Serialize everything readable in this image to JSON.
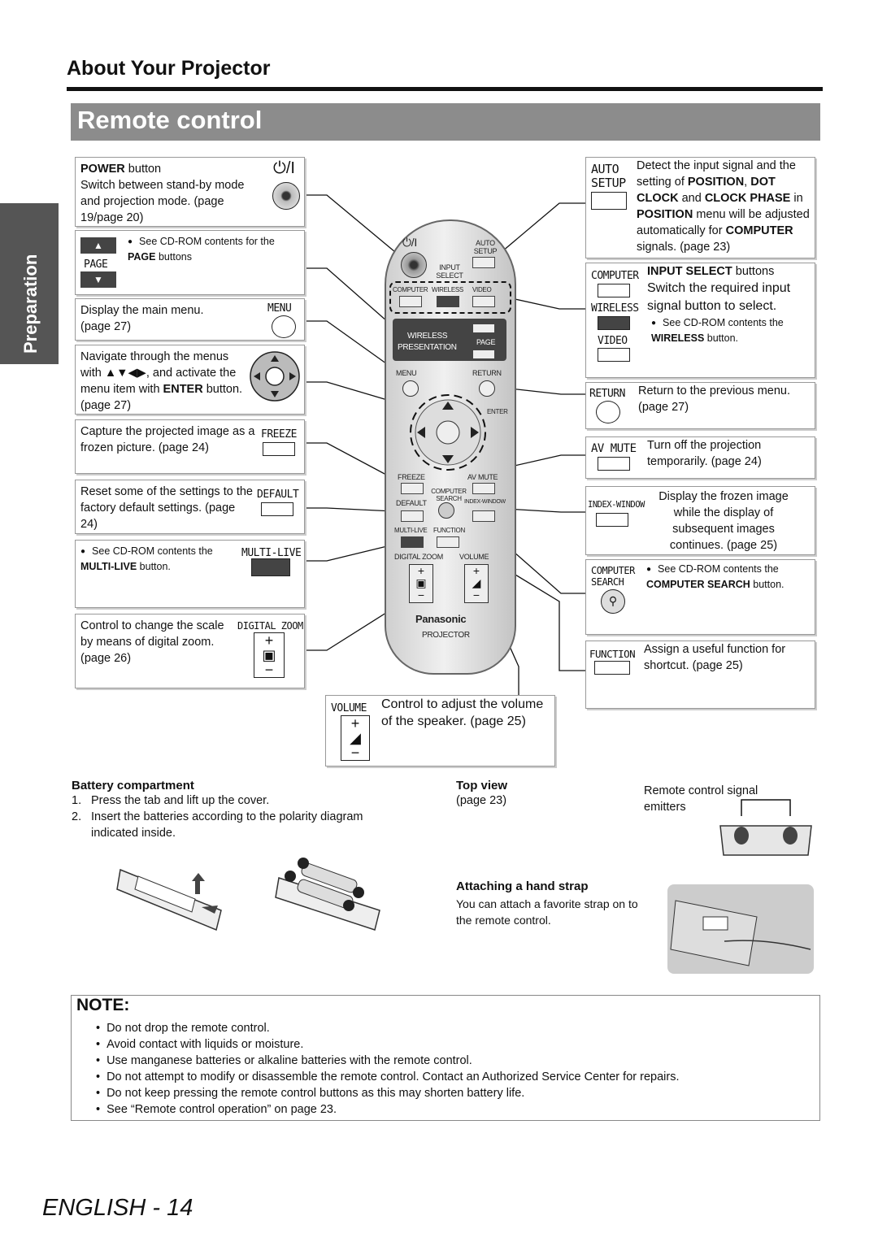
{
  "header": {
    "section": "About Your Projector",
    "band_title": "Remote control",
    "side_tab": "Preparation"
  },
  "left_boxes": {
    "power": {
      "title": "POWER",
      "title_suffix": " button",
      "text": "Switch between stand-by mode and projection mode. (page 19/page 20)",
      "symbol": "⏻/I"
    },
    "page": {
      "note_pre": "See CD-ROM contents for the ",
      "note_bold": "PAGE",
      "note_post": " buttons",
      "label": "PAGE"
    },
    "menu": {
      "text": "Display the main menu. (page 27)",
      "label": "MENU"
    },
    "navigate": {
      "text_pre": "Navigate through the menus with ▲▼◀▶, and activate the menu item with ",
      "text_bold": "ENTER",
      "text_post": " button. (page 27)"
    },
    "freeze": {
      "text": "Capture the projected image as a frozen picture. (page 24)",
      "label": "FREEZE"
    },
    "default": {
      "text": "Reset some of the settings to the factory default settings. (page 24)",
      "label": "DEFAULT"
    },
    "multilive": {
      "note_pre": "See CD-ROM contents the ",
      "note_bold": "MULTI-LIVE",
      "note_post": " button.",
      "label": "MULTI-LIVE"
    },
    "digitalzoom": {
      "text": "Control to change the scale by means of digital zoom. (page 26)",
      "label": "DIGITAL ZOOM"
    }
  },
  "right_boxes": {
    "autosetup": {
      "label1": "AUTO",
      "label2": "SETUP",
      "text_pre": "Detect the input signal and the setting of ",
      "b1": "POSITION",
      "t1": ", ",
      "b2": "DOT CLOCK",
      "t2": " and ",
      "b3": "CLOCK PHASE",
      "t3": " in ",
      "b4": "POSITION",
      "t4": " menu will be adjusted automatically for ",
      "b5": "COMPUTER",
      "t5": " signals. (page 23)"
    },
    "inputselect": {
      "labels": [
        "COMPUTER",
        "WIRELESS",
        "VIDEO"
      ],
      "title_bold": "INPUT SELECT",
      "title_post": " buttons",
      "text": "Switch the required input signal button to select.",
      "note_pre": "See CD-ROM contents the ",
      "note_bold": "WIRELESS",
      "note_post": " button."
    },
    "return": {
      "label": "RETURN",
      "text": "Return to the previous menu. (page 27)"
    },
    "avmute": {
      "label": "AV MUTE",
      "text": "Turn off the projection temporarily. (page 24)"
    },
    "indexwindow": {
      "label": "INDEX-WINDOW",
      "text": "Display the frozen image while the display of subsequent images continues. (page 25)"
    },
    "computersearch": {
      "label1": "COMPUTER",
      "label2": "SEARCH",
      "note_pre": "See CD-ROM contents the ",
      "note_bold": "COMPUTER SEARCH",
      "note_post": " button."
    },
    "function": {
      "label": "FUNCTION",
      "text": "Assign a useful function for shortcut. (page 25)"
    }
  },
  "volume": {
    "label": "VOLUME",
    "text": "Control to adjust the volume of the speaker. (page 25)"
  },
  "remote": {
    "power": "⏻/I",
    "autosetup": "AUTO SETUP",
    "inputselect": "INPUT SELECT",
    "computer": "COMPUTER",
    "wireless": "WIRELESS",
    "video": "VIDEO",
    "wp1": "WIRELESS",
    "wp2": "PRESENTATION",
    "page": "PAGE",
    "menu": "MENU",
    "return": "RETURN",
    "enter": "ENTER",
    "freeze": "FREEZE",
    "avmute": "AV MUTE",
    "default": "DEFAULT",
    "computersearch": "COMPUTER SEARCH",
    "indexwindow": "INDEX-WINDOW",
    "multilive": "MULTI-LIVE",
    "function": "FUNCTION",
    "digitalzoom": "DIGITAL ZOOM",
    "volume": "VOLUME",
    "brand": "Panasonic",
    "model": "PROJECTOR"
  },
  "battery": {
    "title": "Battery compartment",
    "steps": [
      "Press the tab and lift up the cover.",
      "Insert the batteries according to the polarity diagram indicated inside."
    ]
  },
  "topview": {
    "title": "Top view",
    "text": "(page 23)",
    "emitters": "Remote control signal emitters"
  },
  "strap": {
    "title": "Attaching a hand strap",
    "text": "You can attach a favorite strap on to the remote control."
  },
  "note": {
    "title": "NOTE:",
    "items": [
      "Do not drop the remote control.",
      "Avoid contact with liquids or moisture.",
      "Use manganese batteries or alkaline batteries with the remote control.",
      "Do not attempt to modify or disassemble the remote control. Contact an Authorized Service Center for repairs.",
      "Do not keep pressing the remote control buttons as this may shorten battery life.",
      "See “Remote control operation” on page 23."
    ]
  },
  "footer": {
    "page": "ENGLISH - 14"
  }
}
